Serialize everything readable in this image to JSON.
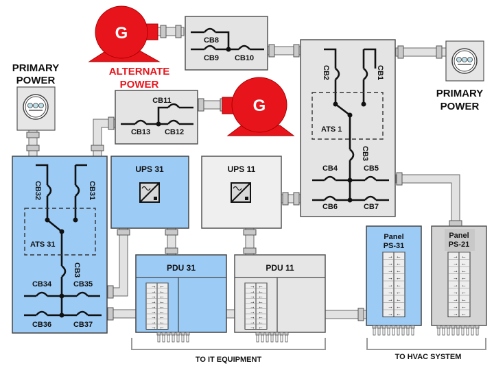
{
  "diagram": {
    "title_primary_left": [
      "PRIMARY",
      "POWER"
    ],
    "title_primary_right": [
      "PRIMARY",
      "POWER"
    ],
    "alternate_power": [
      "ALTERNATE",
      "POWER"
    ],
    "generator_label": "G",
    "colors": {
      "generator": "#e8141b",
      "alternate_text": "#e8141b",
      "blue_equipment": "#9ccbf5",
      "gray_equipment": "#e4e4e4"
    },
    "panel_cb8_10": {
      "cb8": "CB8",
      "cb9": "CB9",
      "cb10": "CB10"
    },
    "panel_cb11_13": {
      "cb11": "CB11",
      "cb12": "CB12",
      "cb13": "CB13"
    },
    "ats1_panel": {
      "cb1": "CB1",
      "cb2": "CB2",
      "ats": "ATS 1",
      "cb3": "CB3",
      "cb4": "CB4",
      "cb5": "CB5",
      "cb6": "CB6",
      "cb7": "CB7"
    },
    "ats31_panel": {
      "cb31": "CB31",
      "cb32": "CB32",
      "ats": "ATS 31",
      "cb3": "CB3",
      "cb34": "CB34",
      "cb35": "CB35",
      "cb36": "CB36",
      "cb37": "CB37"
    },
    "ups31": "UPS 31",
    "ups11": "UPS 11",
    "pdu31": "PDU 31",
    "pdu11": "PDU 11",
    "panel_ps31": [
      "Panel",
      "PS-31"
    ],
    "panel_ps21": [
      "Panel",
      "PS-21"
    ],
    "to_it_equipment": "TO IT EQUIPMENT",
    "to_hvac_system": "TO HVAC SYSTEM"
  }
}
